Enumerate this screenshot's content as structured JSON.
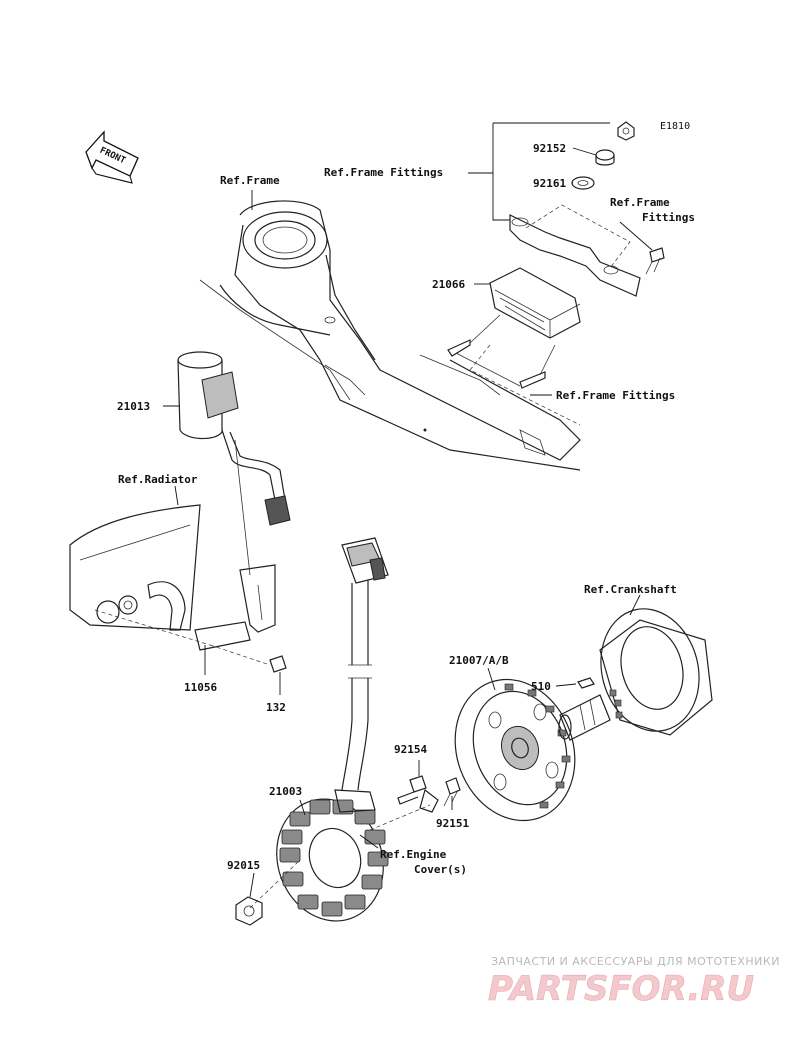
{
  "diagram_code": "E1810",
  "front_label": "FRONT",
  "labels": {
    "ref_frame": "Ref.Frame",
    "ref_frame_fittings_top": "Ref.Frame Fittings",
    "ref_frame_fittings_right_1": "Ref.Frame",
    "ref_frame_fittings_right_2": "Fittings",
    "ref_frame_fittings_bottom": "Ref.Frame Fittings",
    "ref_radiator": "Ref.Radiator",
    "ref_crankshaft": "Ref.Crankshaft",
    "ref_engine_cover_1": "Ref.Engine",
    "ref_engine_cover_2": "Cover(s)"
  },
  "parts": {
    "p92152": "92152",
    "p92161": "92161",
    "p21066": "21066",
    "p21013": "21013",
    "p11056": "11056",
    "p132": "132",
    "p21007": "21007/A/B",
    "p510": "510",
    "p92154": "92154",
    "p21003": "21003",
    "p92151": "92151",
    "p92015": "92015"
  },
  "watermark": {
    "subtitle": "ЗАПЧАСТИ И АКСЕССУАРЫ ДЛЯ МОТОТЕХНИКИ",
    "brand": "PARTSFOR.RU"
  }
}
